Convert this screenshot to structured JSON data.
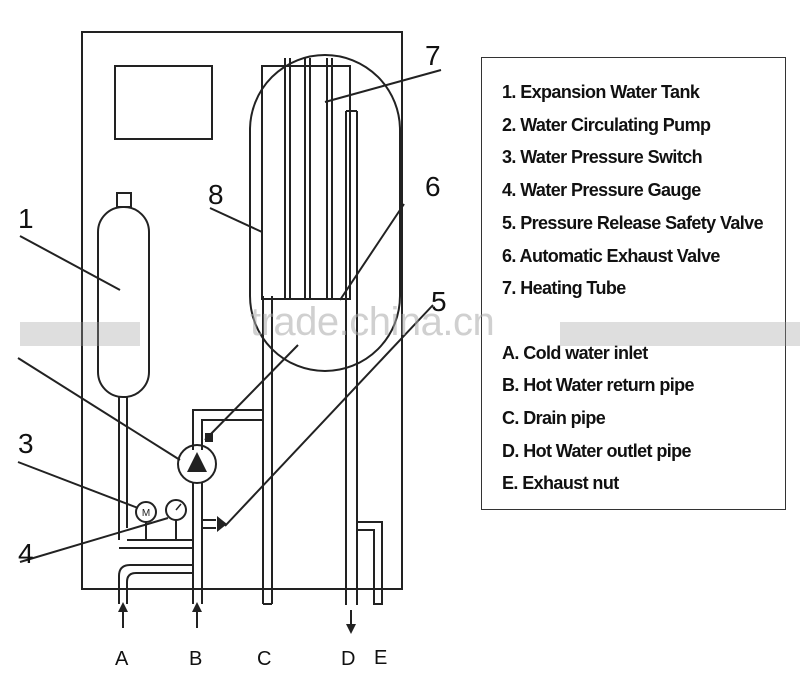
{
  "legend": {
    "items": [
      "1.  Expansion Water Tank",
      "2.  Water Circulating Pump",
      "3.  Water Pressure Switch",
      "4.  Water Pressure Gauge",
      "5.  Pressure Release Safety Valve",
      "6.  Automatic Exhaust Valve",
      "7.  Heating Tube",
      "A.  Cold water inlet",
      "B.  Hot Water return pipe",
      "C. Drain pipe",
      "D.  Hot Water outlet pipe",
      "E.  Exhaust nut"
    ]
  },
  "callouts": [
    "1",
    "3",
    "4",
    "6",
    "7",
    "8",
    "5"
  ],
  "ports": [
    "A",
    "B",
    "C",
    "D",
    "E"
  ],
  "watermark": "trade.china.cn",
  "colors": {
    "line": "#222222",
    "background": "#ffffff"
  }
}
